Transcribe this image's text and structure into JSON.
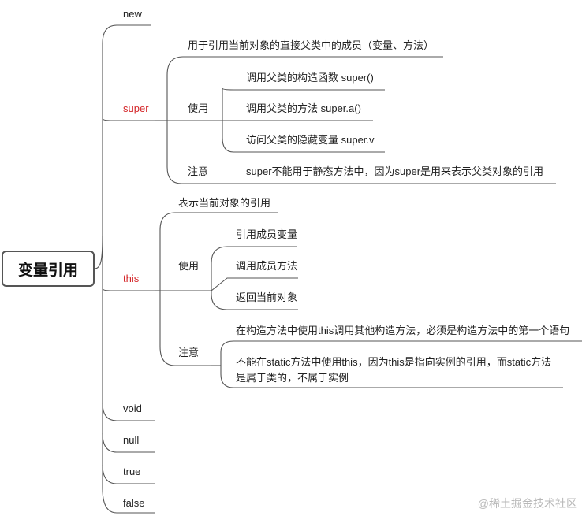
{
  "root": "变量引用",
  "branches": {
    "new": "new",
    "super": {
      "label": "super",
      "desc": "用于引用当前对象的直接父类中的成员（变量、方法）",
      "use": {
        "label": "使用",
        "items": [
          "调用父类的构造函数 super()",
          "调用父类的方法 super.a()",
          "访问父类的隐藏变量 super.v"
        ]
      },
      "note": {
        "label": "注意",
        "items": [
          "super不能用于静态方法中，因为super是用来表示父类对象的引用"
        ]
      }
    },
    "this": {
      "label": "this",
      "desc": "表示当前对象的引用",
      "use": {
        "label": "使用",
        "items": [
          "引用成员变量",
          "调用成员方法",
          "返回当前对象"
        ]
      },
      "note": {
        "label": "注意",
        "items": [
          "在构造方法中使用this调用其他构造方法，必须是构造方法中的第一个语句",
          "不能在static方法中使用this，因为this是指向实例的引用，而static方法是属于类的，不属于实例"
        ]
      }
    },
    "void": "void",
    "null": "null",
    "true": "true",
    "false": "false"
  },
  "colors": {
    "line": "#555555",
    "highlight": "#d4272a"
  },
  "watermark": "@稀土掘金技术社区"
}
